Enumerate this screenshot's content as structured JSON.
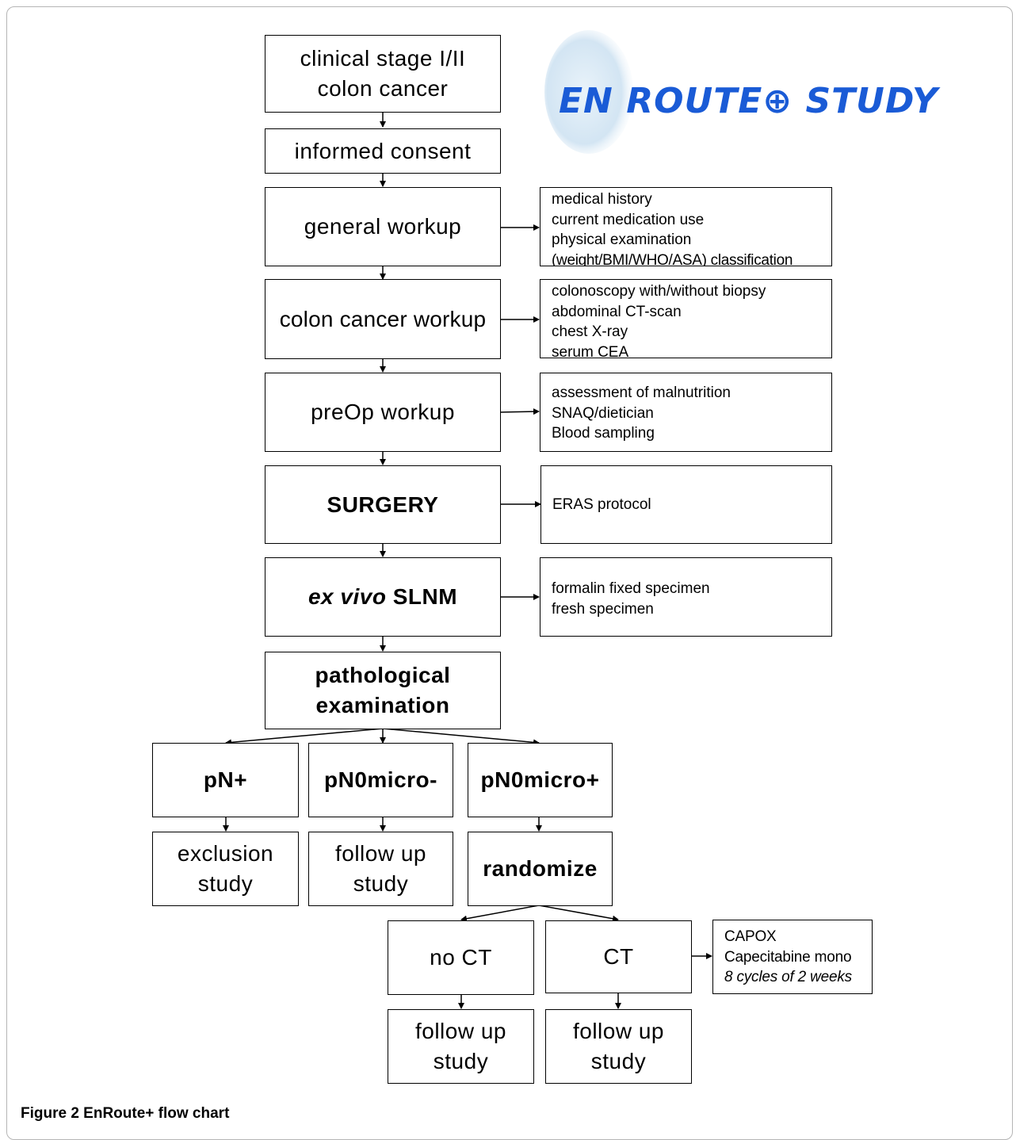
{
  "logo": {
    "text": "EN ROUTE⊕ STUDY"
  },
  "boxes": {
    "clinical_stage": "clinical stage I/II colon cancer",
    "informed_consent": "informed consent",
    "general_workup": "general workup",
    "colon_cancer_workup": "colon cancer workup",
    "preop_workup": "preOp workup",
    "surgery": "SURGERY",
    "slnm_prefix": "ex vivo",
    "slnm_suffix": " SLNM",
    "pathological_examination": "pathological examination",
    "pn_plus": "pN+",
    "pn0micro_minus": "pN0micro-",
    "pn0micro_plus": "pN0micro+",
    "exclusion_study": "exclusion study",
    "follow_up_study_1": "follow up study",
    "randomize": "randomize",
    "no_ct": "no CT",
    "ct": "CT",
    "follow_up_study_2": "follow up study",
    "follow_up_study_3": "follow up study"
  },
  "side_notes": {
    "general_workup": [
      "medical history",
      "current medication use",
      "physical examination",
      "(weight/BMI/WHO/ASA) classification"
    ],
    "colon_cancer_workup": [
      "colonoscopy with/without biopsy",
      "abdominal CT-scan",
      "chest X-ray",
      "serum CEA"
    ],
    "preop_workup": [
      "assessment of malnutrition",
      "SNAQ/dietician",
      "Blood sampling"
    ],
    "surgery": [
      "ERAS protocol"
    ],
    "slnm": [
      "formalin fixed specimen",
      "fresh specimen"
    ],
    "ct": [
      "CAPOX",
      "Capecitabine mono",
      "8 cycles of 2 weeks"
    ]
  },
  "caption": {
    "label": "Figure 2",
    "text": " EnRoute+ flow chart"
  },
  "colors": {
    "logo_blue": "#1a5bd6",
    "logo_glow": "#cfe3f2",
    "line": "#000000",
    "frame": "#b5b5b5"
  }
}
